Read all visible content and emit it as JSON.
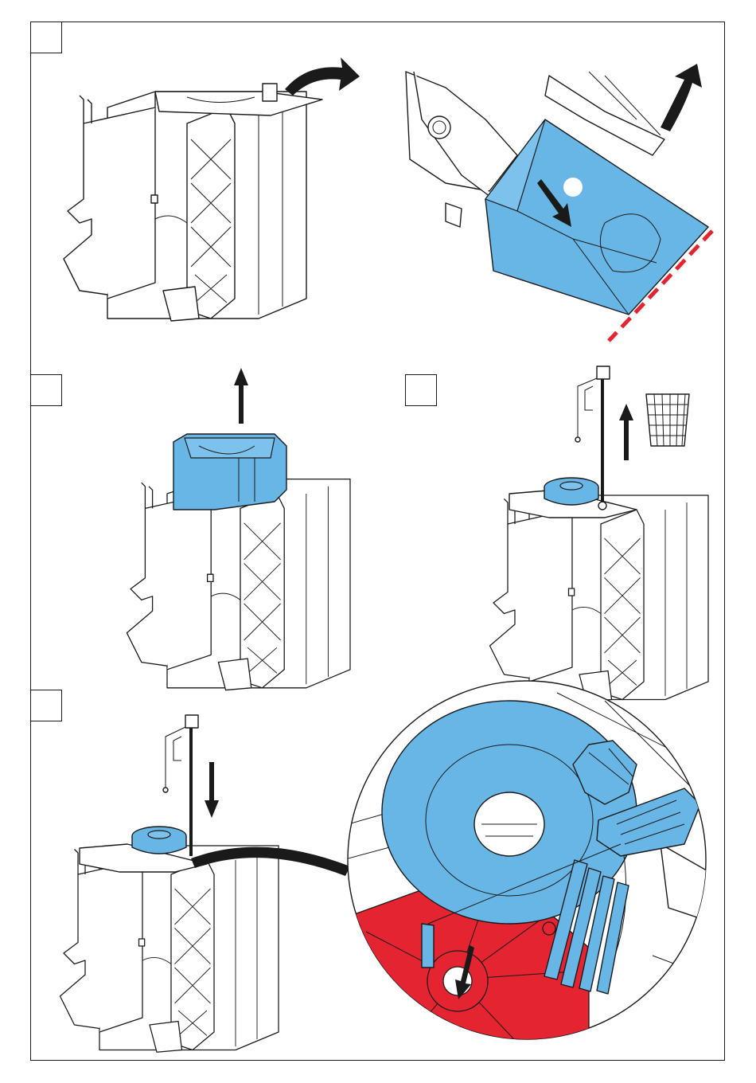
{
  "steps": [
    {
      "id": "step-1",
      "number": ""
    },
    {
      "id": "step-2",
      "number": ""
    },
    {
      "id": "step-3",
      "number": ""
    },
    {
      "id": "step-4",
      "number": ""
    }
  ],
  "colors": {
    "frame": "#1a1a1a",
    "part_blue": "#67b6e6",
    "part_red": "#e42430",
    "cut_line": "#e42430",
    "arrow": "#1a1a1a"
  },
  "icons": {
    "rotate_arrow": "curved-arrow-icon",
    "up_arrow": "arrow-up-icon",
    "down_arrow": "arrow-down-icon",
    "waste_basket": "waste-basket-icon"
  }
}
